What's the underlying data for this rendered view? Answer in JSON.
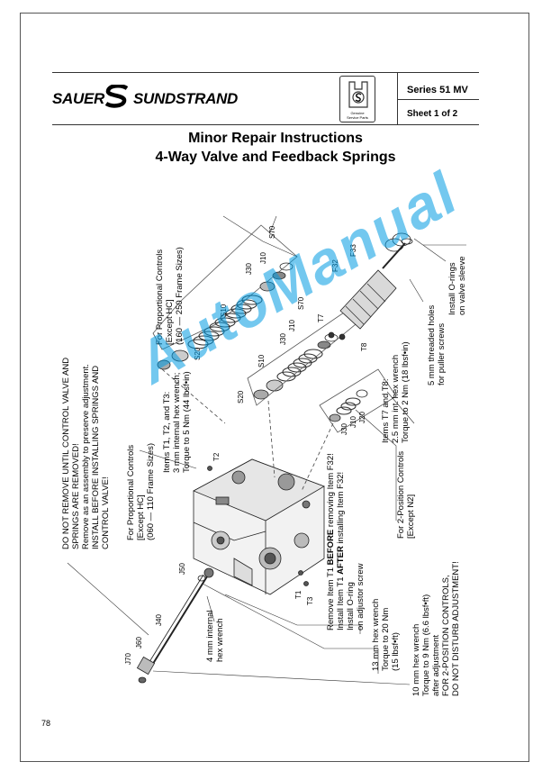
{
  "header": {
    "brand_left": "SAUER",
    "brand_right": "SUNDSTRAND",
    "badge_caption_1": "Genuine",
    "badge_caption_2": "Service Parts",
    "series": "Series 51 MV",
    "sheet": "Sheet 1 of 2"
  },
  "title": {
    "line1": "Minor Repair Instructions",
    "line2": "4-Way Valve and Feedback Springs"
  },
  "notes": {
    "warning_1": "DO NOT REMOVE UNTIL CONTROL VALVE AND",
    "warning_2": "SPRINGS ARE REMOVED!",
    "warning_3": "Remove as an assembly to preserve adjustment.",
    "warning_4": "INSTALL BEFORE INSTALLING SPRINGS AND",
    "warning_5": "CONTROL VALVE!",
    "prop_small_1": "For Proportional Controls",
    "prop_small_2": "[Except HC]",
    "prop_small_3": "(060 — 110 Frame Sizes)",
    "t_items_1": "Items T1, T2, and T3:",
    "t_items_2": "3 mm internal hex wrench;",
    "t_items_3": "Torque to 5 Nm (44 lbsf•in)",
    "prop_large_1": "For Proportional Controls",
    "prop_large_2": "[Except HC]",
    "prop_large_3": "(160 — 250 Frame Sizes)",
    "two_pos_1": "For 2-Position Controls",
    "two_pos_2": "[Except N2]",
    "t7t8_1": "Items T7 and T8:",
    "t7t8_2": "2.5 mm int. hex wrench",
    "t7t8_3": "Torque to 2 Nm (18 lbsf•in)",
    "threaded_1": "5 mm threaded holes",
    "threaded_2": "for puller screws",
    "orings_1": "Install O-rings",
    "orings_2": "on valve sleeve",
    "remove_t1_a": "Remove Item T1 ",
    "remove_t1_b": "BEFORE",
    "remove_t1_c": " removing Item F32!",
    "install_t1_a": "Install Item T1 ",
    "install_t1_b": "AFTER",
    "install_t1_c": " installing Item F32!",
    "oring_screw_1": "Install O-ring",
    "oring_screw_2": "on adjustor screw",
    "hex13_1": "13 mm hex wrench",
    "hex13_2": "Torque to 20 Nm",
    "hex13_3": "(15 lbsf•ft)",
    "hex4_1": "4 mm internal",
    "hex4_2": "hex wrench",
    "hex10_1": "10 mm hex wrench",
    "hex10_2": "Torque to 9 Nm (6.6 lbsf•ft)",
    "hex10_3": "after adjustment",
    "hex10_4": "FOR 2-POSITION CONTROLS,",
    "hex10_5": "DO NOT DISTURB ADJUSTMENT!"
  },
  "part_labels": {
    "s70a": "S70",
    "j10a": "J10",
    "j30a": "J30",
    "s10a": "S10",
    "s20a": "S20",
    "s70b": "S70",
    "j10b": "J10",
    "j30b": "J30",
    "s10b": "S10",
    "s20b": "S20",
    "t7": "T7",
    "t8": "T8",
    "f32": "F32",
    "f33": "F33",
    "j20": "J20",
    "j10c": "J10",
    "j30c": "J30",
    "t2": "T2",
    "t1": "T1",
    "t3": "T3",
    "j50": "J50",
    "j40": "J40",
    "j60": "J60",
    "j70": "J70"
  },
  "page_number": "78",
  "watermark": "AutoManual"
}
